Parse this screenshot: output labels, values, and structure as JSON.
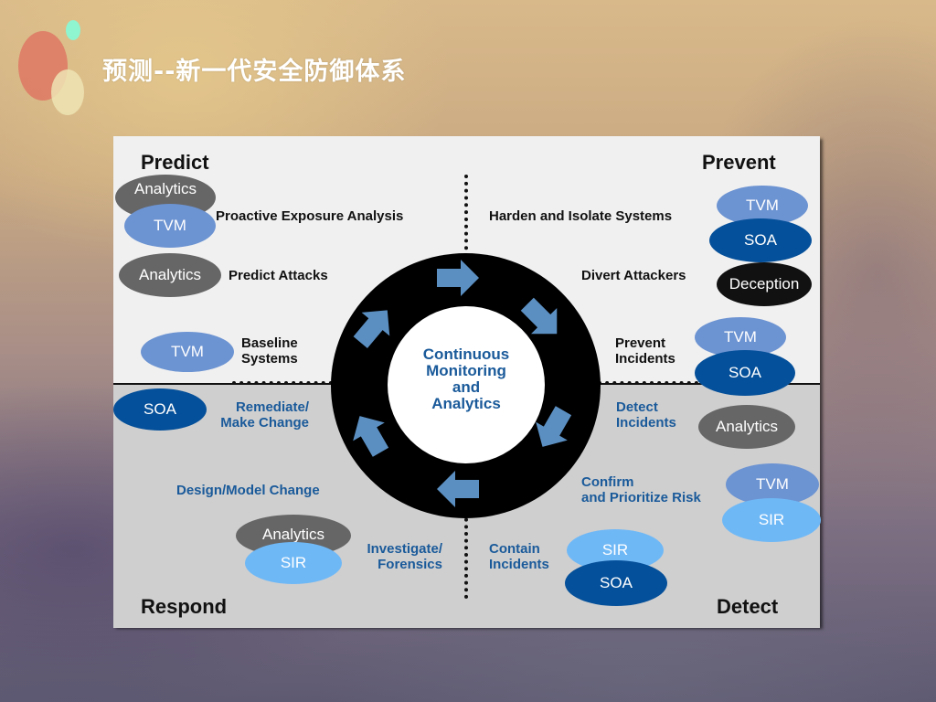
{
  "title": "预测--新一代安全防御体系",
  "diagram": {
    "center": {
      "lines": [
        "Continuous",
        "Monitoring",
        "and",
        "Analytics"
      ]
    },
    "quadrants": {
      "predict": {
        "heading": "Predict",
        "items": [
          {
            "label": "Proactive Exposure Analysis",
            "tags": [
              "Analytics",
              "TVM"
            ]
          },
          {
            "label": "Predict Attacks",
            "tags": [
              "Analytics"
            ]
          },
          {
            "label_lines": [
              "Baseline",
              "Systems"
            ],
            "tags": [
              "TVM"
            ]
          }
        ]
      },
      "prevent": {
        "heading": "Prevent",
        "items": [
          {
            "label": "Harden and Isolate Systems",
            "tags": [
              "TVM",
              "SOA"
            ]
          },
          {
            "label": "Divert Attackers",
            "tags": [
              "Deception"
            ]
          },
          {
            "label_lines": [
              "Prevent",
              "Incidents"
            ],
            "tags": [
              "TVM",
              "SOA"
            ]
          }
        ]
      },
      "detect": {
        "heading": "Detect",
        "items": [
          {
            "label_lines": [
              "Detect",
              "Incidents"
            ],
            "tags": [
              "Analytics"
            ]
          },
          {
            "label_lines": [
              "Confirm",
              "and Prioritize Risk"
            ],
            "tags": [
              "TVM",
              "SIR"
            ]
          },
          {
            "label_lines": [
              "Contain",
              "Incidents"
            ],
            "tags": [
              "SIR",
              "SOA"
            ]
          }
        ]
      },
      "respond": {
        "heading": "Respond",
        "items": [
          {
            "label_lines": [
              "Remediate/",
              "Make Change"
            ],
            "tags": [
              "SOA"
            ]
          },
          {
            "label": "Design/Model Change",
            "tags": []
          },
          {
            "label_lines": [
              "Investigate/",
              "Forensics"
            ],
            "tags": [
              "Analytics",
              "SIR"
            ]
          }
        ]
      }
    },
    "colors": {
      "analytics": "#666666",
      "tvm": "#6c93d2",
      "soa": "#05509a",
      "sir": "#6fb8f6",
      "deception": "#111111",
      "arrow": "#5b8fc2",
      "blue_text": "#1a5a9a"
    },
    "arrows": [
      "arrow-right-icon",
      "arrow-down-right-icon",
      "arrow-down-right-icon",
      "arrow-left-icon",
      "arrow-up-left-icon",
      "arrow-up-right-icon"
    ]
  }
}
